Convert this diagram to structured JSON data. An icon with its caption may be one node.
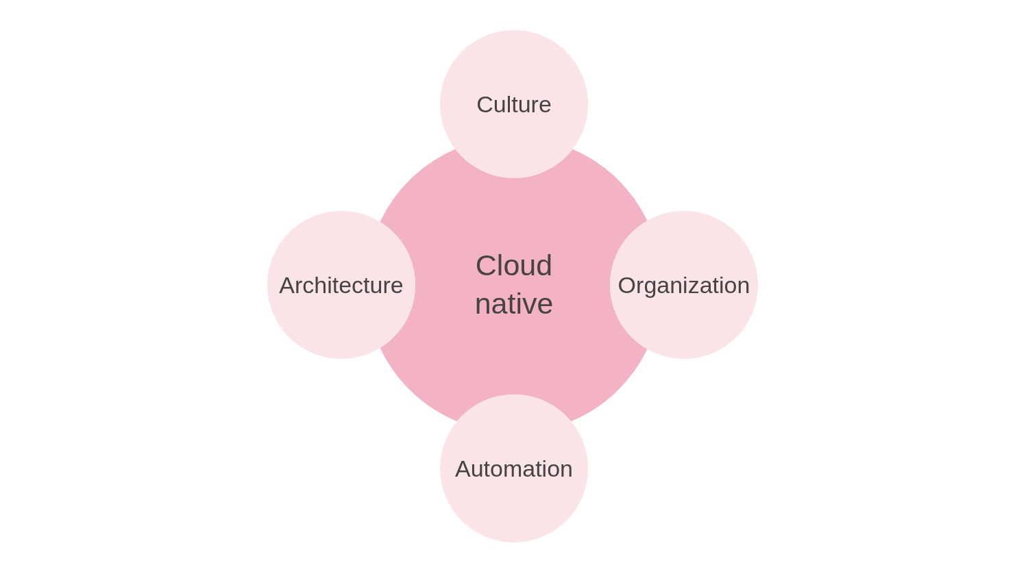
{
  "diagram": {
    "nodes": [
      {
        "text": [
          "Culture"
        ]
      },
      {
        "text": [
          "Architecture"
        ]
      },
      {
        "text": [
          "Cloud native"
        ]
      },
      {
        "text": [
          "Organization"
        ]
      },
      {
        "text": [
          "Automation"
        ]
      }
    ]
  }
}
